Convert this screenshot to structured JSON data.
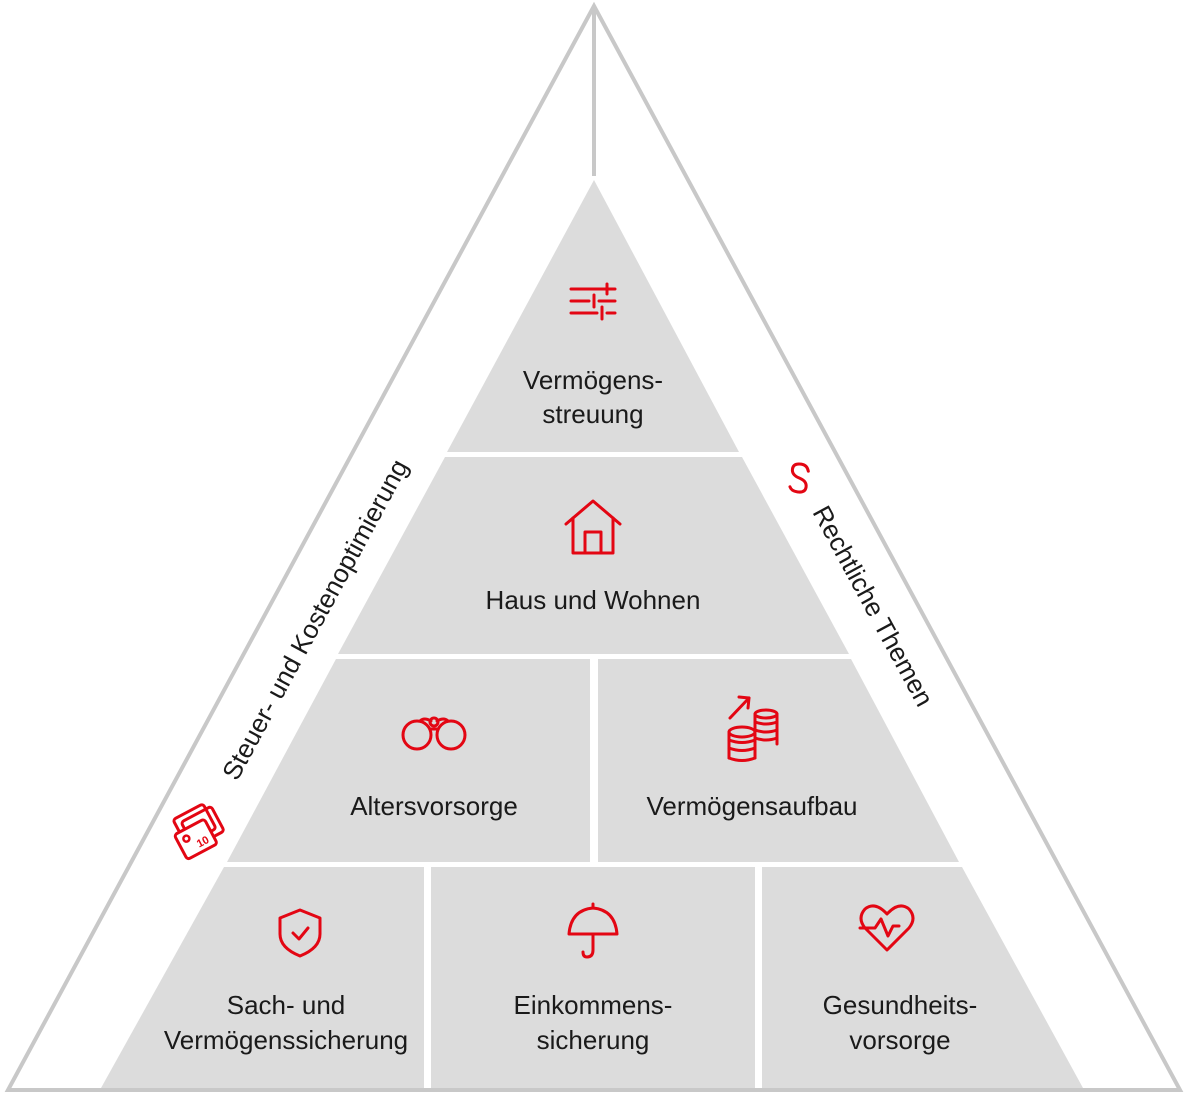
{
  "colors": {
    "accent": "#e30613",
    "tile": "#dcdcdc",
    "outline": "#c8c8c8",
    "text": "#1a1a1a"
  },
  "side_labels": {
    "left": "Steuer- und Kostenoptimierung",
    "right": "Rechtliche Themen"
  },
  "side_icons": {
    "left": "price-tag-icon",
    "right": "paragraph-icon",
    "left_badge": "10"
  },
  "blocks": {
    "top": {
      "line1": "Vermögens-",
      "line2": "streuung",
      "icon": "sliders-icon"
    },
    "second": {
      "line1": "Haus und Wohnen",
      "icon": "house-icon"
    },
    "third_left": {
      "line1": "Altersvorsorge",
      "icon": "binoculars-icon"
    },
    "third_right": {
      "line1": "Vermögensaufbau",
      "icon": "coins-growth-icon"
    },
    "bottom_left": {
      "line1": "Sach- und",
      "line2": "Vermögenssicherung",
      "icon": "shield-check-icon"
    },
    "bottom_center": {
      "line1": "Einkommens-",
      "line2": "sicherung",
      "icon": "umbrella-icon"
    },
    "bottom_right": {
      "line1": "Gesundheits-",
      "line2": "vorsorge",
      "icon": "heart-pulse-icon"
    }
  }
}
